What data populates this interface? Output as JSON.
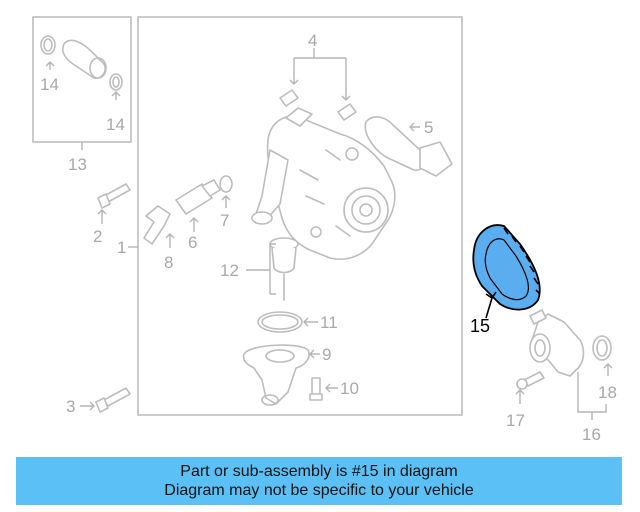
{
  "diagram": {
    "callouts": {
      "c1": "1",
      "c2": "2",
      "c3": "3",
      "c4": "4",
      "c5": "5",
      "c6": "6",
      "c7": "7",
      "c8": "8",
      "c9": "9",
      "c10": "10",
      "c11": "11",
      "c12": "12",
      "c13": "13",
      "c14a": "14",
      "c14b": "14",
      "c15": "15",
      "c16": "16",
      "c17": "17",
      "c18": "18"
    },
    "highlighted_part": "15",
    "colors": {
      "highlight_fill": "#5aaef0",
      "banner_bg": "#5bc0f5",
      "line": "#bdbdbd"
    }
  },
  "banner": {
    "line1": "Part or sub-assembly is #15 in diagram",
    "line2": "Diagram may not be specific to your vehicle"
  }
}
